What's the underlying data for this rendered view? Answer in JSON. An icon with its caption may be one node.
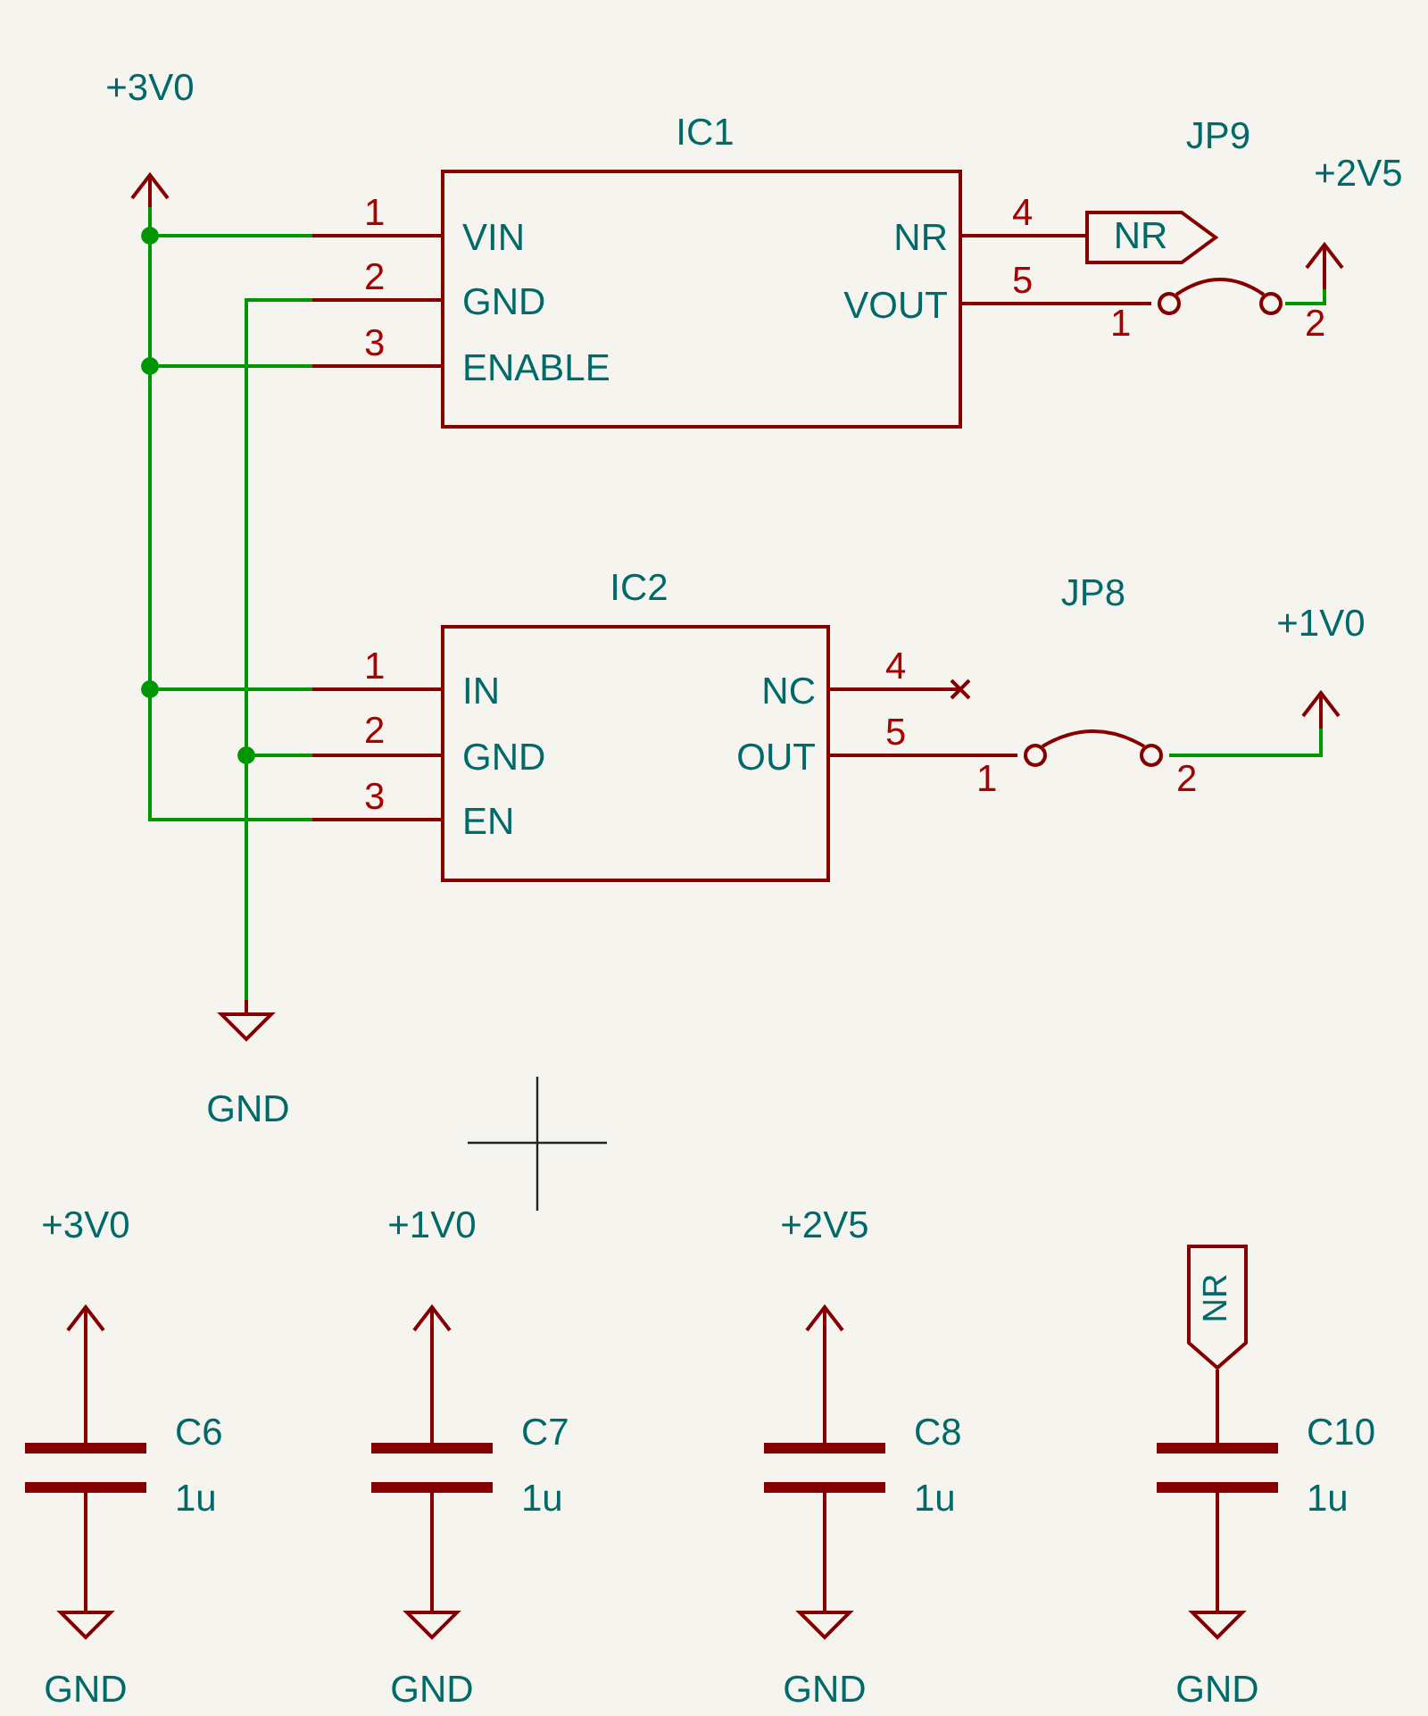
{
  "diagram": {
    "nodes": [
      {
        "text": [
          "+3V0"
        ]
      },
      {
        "text": [
          "IC1",
          "VIN",
          "GND",
          "ENABLE",
          "NR",
          "VOUT"
        ]
      },
      {
        "text": [
          "NR"
        ]
      },
      {
        "text": [
          "JP9"
        ]
      },
      {
        "text": [
          "+2V5"
        ]
      },
      {
        "text": [
          "IC2",
          "IN",
          "GND",
          "EN",
          "NC",
          "OUT"
        ]
      },
      {
        "text": [
          "JP8"
        ]
      },
      {
        "text": [
          "+1V0"
        ]
      },
      {
        "text": [
          "GND"
        ]
      },
      {
        "text": [
          "+3V0"
        ]
      },
      {
        "text": [
          "C6",
          "1u"
        ]
      },
      {
        "text": [
          "GND"
        ]
      },
      {
        "text": [
          "+1V0"
        ]
      },
      {
        "text": [
          "C7",
          "1u"
        ]
      },
      {
        "text": [
          "GND"
        ]
      },
      {
        "text": [
          "+2V5"
        ]
      },
      {
        "text": [
          "C8",
          "1u"
        ]
      },
      {
        "text": [
          "GND"
        ]
      },
      {
        "text": [
          "NR"
        ]
      },
      {
        "text": [
          "C10",
          "1u"
        ]
      },
      {
        "text": [
          "GND"
        ]
      }
    ],
    "edges": [
      {
        "from": 0,
        "to": 1,
        "arrow": "none",
        "label": "1",
        "color": "#009600"
      },
      {
        "from": 8,
        "to": 1,
        "arrow": "none",
        "label": "2",
        "color": "#009600"
      },
      {
        "from": 0,
        "to": 1,
        "arrow": "none",
        "label": "3",
        "color": "#009600"
      },
      {
        "from": 1,
        "to": 2,
        "arrow": "none",
        "label": "4"
      },
      {
        "from": 1,
        "to": 3,
        "arrow": "none",
        "label": "5"
      },
      {
        "from": 3,
        "to": 4,
        "arrow": "none",
        "color": "#009600"
      },
      {
        "from": 0,
        "to": 5,
        "arrow": "none",
        "label": "1",
        "color": "#009600"
      },
      {
        "from": 8,
        "to": 5,
        "arrow": "none",
        "label": "2",
        "color": "#009600"
      },
      {
        "from": 0,
        "to": 5,
        "arrow": "none",
        "label": "3",
        "color": "#009600"
      },
      {
        "from": 5,
        "to": null,
        "arrow": "none",
        "label": "4"
      },
      {
        "from": 5,
        "to": 6,
        "arrow": "none",
        "label": "5"
      },
      {
        "from": 6,
        "to": 7,
        "arrow": "none",
        "color": "#009600"
      },
      {
        "from": 9,
        "to": 10,
        "arrow": "none"
      },
      {
        "from": 10,
        "to": 11,
        "arrow": "none"
      },
      {
        "from": 12,
        "to": 13,
        "arrow": "none"
      },
      {
        "from": 13,
        "to": 14,
        "arrow": "none"
      },
      {
        "from": 15,
        "to": 16,
        "arrow": "none"
      },
      {
        "from": 16,
        "to": 17,
        "arrow": "none"
      },
      {
        "from": 18,
        "to": 19,
        "arrow": "none"
      },
      {
        "from": 19,
        "to": 20,
        "arrow": "none"
      }
    ],
    "labels": [
      "1",
      "2",
      "1",
      "2"
    ]
  }
}
